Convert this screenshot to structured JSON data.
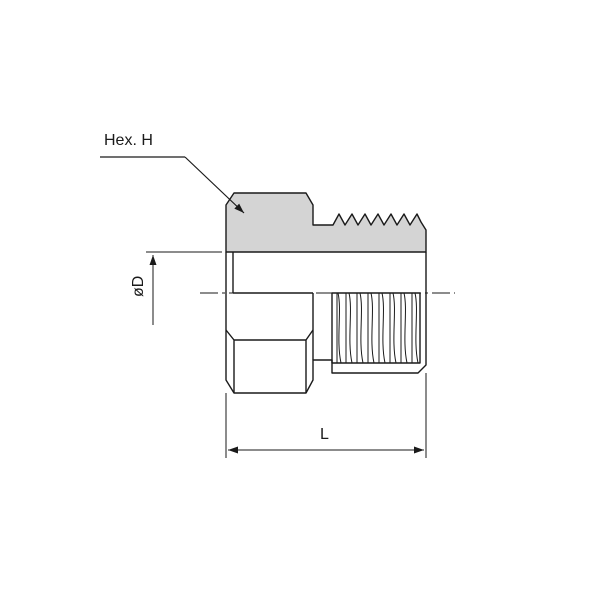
{
  "labels": {
    "hex": "Hex. H",
    "length": "L",
    "diameter": "øD"
  },
  "colors": {
    "outline": "#1a1a1a",
    "section_fill": "#d4d4d4",
    "background": "#ffffff"
  }
}
